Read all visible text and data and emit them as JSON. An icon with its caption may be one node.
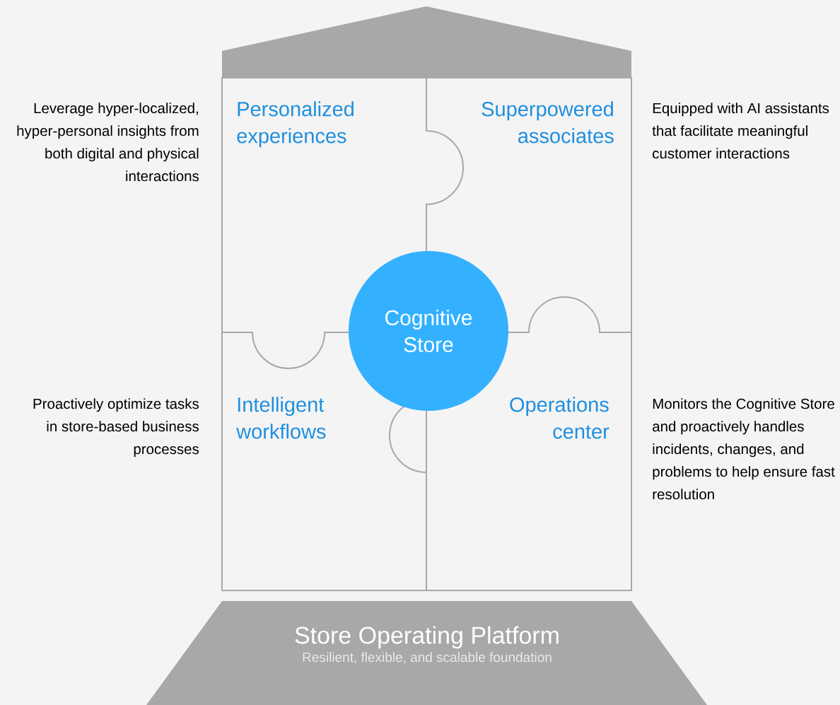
{
  "diagram": {
    "nodes": [
      {
        "text": [
          "Personalized experiences"
        ],
        "beside": [
          "Leverage hyper-localized, hyper-personal insights from both digital and physical interactions"
        ]
      },
      {
        "text": [
          "Superpowered associates"
        ],
        "beside": [
          "Equipped with AI assistants that facilitate meaningful customer interactions"
        ]
      },
      {
        "text": [
          "Cognitive Store"
        ]
      },
      {
        "text": [
          "Intelligent workflows"
        ],
        "beside": [
          "Proactively optimize tasks in store-based business processes"
        ]
      },
      {
        "text": [
          "Operations center"
        ],
        "beside": [
          "Monitors the Cognitive Store and proactively handles incidents, changes, and problems to help ensure fast resolution"
        ]
      },
      {
        "text": [
          "Store Operating Platform",
          "Resilient, flexible, and scalable foundation"
        ]
      }
    ]
  }
}
